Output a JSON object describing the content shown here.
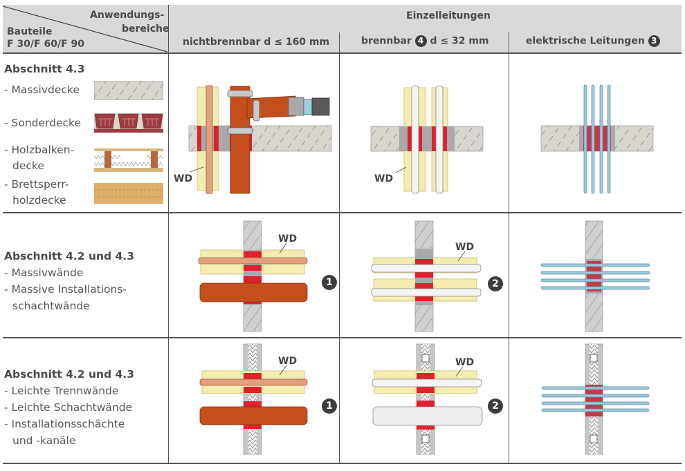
{
  "header": {
    "corner_top": "Anwendungs-",
    "corner_right": "bereiche",
    "corner_left_1": "Bauteile",
    "corner_left_2": "F 30/F 60/F 90",
    "group_title": "Einzelleitungen",
    "columns": [
      {
        "label": "nichtbrennbar d ≤ 160 mm",
        "badge": ""
      },
      {
        "label_before": "brennbar",
        "badge": "4",
        "label_after": "d ≤ 32 mm"
      },
      {
        "label": "elektrische Leitungen",
        "badge": "3"
      }
    ]
  },
  "rows": [
    {
      "title": "Abschnitt 4.3",
      "items": [
        "- Massivdecke",
        "- Sonderdecke",
        "- Holzbalken-",
        "decke",
        "- Brettsperr-",
        "holzdecke"
      ],
      "swatches": [
        "massivdecke-swatch",
        "sonderdecke-swatch",
        "holzbalkendecke-swatch",
        "brettsperrholzdecke-swatch"
      ],
      "cells": [
        {
          "label": "WD",
          "badge": ""
        },
        {
          "label": "WD",
          "badge": ""
        },
        {
          "label": "",
          "badge": ""
        }
      ]
    },
    {
      "title": "Abschnitt 4.2 und 4.3",
      "items": [
        "- Massivwände",
        "- Massive Installations-",
        "schachtwände"
      ],
      "cells": [
        {
          "label": "WD",
          "badge": "1"
        },
        {
          "label": "WD",
          "badge": "2"
        },
        {
          "label": "",
          "badge": ""
        }
      ]
    },
    {
      "title": "Abschnitt 4.2 und 4.3",
      "items": [
        "- Leichte Trennwände",
        "- Leichte Schachtwände",
        "- Installationsschächte",
        "und -kanäle"
      ],
      "cells": [
        {
          "label": "WD",
          "badge": "1"
        },
        {
          "label": "WD",
          "badge": "2"
        },
        {
          "label": "",
          "badge": ""
        }
      ]
    }
  ],
  "colors": {
    "header_bg": "#d9d9d9",
    "concrete": "#d8d6cc",
    "seal_red": "#e0202c",
    "seal_gray": "#a9a9ab",
    "insulation": "#f5ecb0",
    "copper": "#e2a07c",
    "cast_pipe": "#c3501c",
    "plastic_pipe": "#f2f2f2",
    "cable": "#9cc8da",
    "badge": "#3d3d3d"
  }
}
